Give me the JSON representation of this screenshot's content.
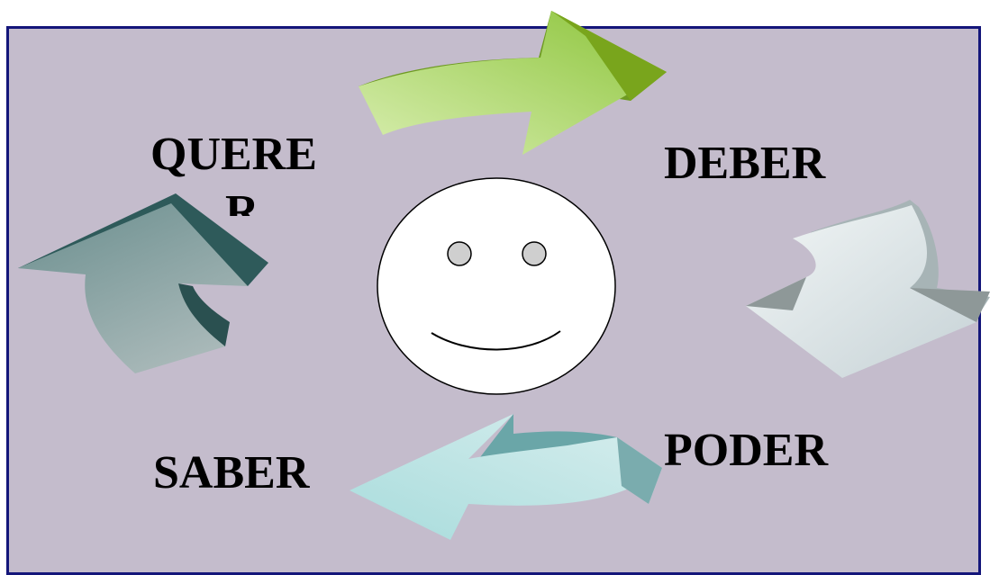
{
  "diagram": {
    "words": {
      "querer": "QUERE",
      "querer_tail": "R",
      "deber": "DEBER",
      "poder": "PODER",
      "saber": "SABER"
    },
    "colors": {
      "panel_bg": "#c4bccc",
      "panel_border": "#14167a",
      "arrow_top": "#8fc03c",
      "arrow_right": "#d5dde0",
      "arrow_bottom": "#8cc8c8",
      "arrow_left": "#3a6a6a",
      "face_fill": "#ffffff"
    },
    "icons": [
      "curved-arrow-icon",
      "smiley-face-icon"
    ]
  }
}
